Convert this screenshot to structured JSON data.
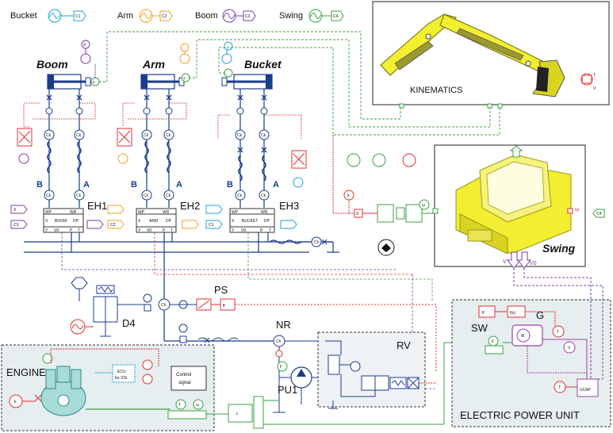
{
  "legend": [
    {
      "label": "Bucket",
      "code": "C1",
      "color": "#1fa0e0"
    },
    {
      "label": "Arm",
      "code": "C2",
      "color": "#f0a020"
    },
    {
      "label": "Boom",
      "code": "C3",
      "color": "#7a3ea0"
    },
    {
      "label": "Swing",
      "code": "C4",
      "color": "#3aa040"
    }
  ],
  "actuators": {
    "boom": "Boom",
    "arm": "Arm",
    "bucket": "Bucket",
    "swing": "Swing"
  },
  "valves": {
    "eh1": "EH1",
    "eh2": "EH2",
    "eh3": "EH3",
    "boom_body": "BOOM",
    "arm_body": "ARM",
    "bucket_body": "BUCKET"
  },
  "port_labels": {
    "a": "A",
    "b": "B",
    "ck": "Ck",
    "ch": "Ch",
    "x": "X",
    "y": "Y",
    "c": "C",
    "v0": "V0",
    "p": "P",
    "t": "T",
    "wp": "WP",
    "wr": "WR",
    "dp": "DP"
  },
  "blocks": {
    "kinematics": "KINEMATICS",
    "ps": "PS",
    "d4": "D4",
    "nr": "NR",
    "rv": "RV",
    "pu1": "PU1",
    "engine": "ENGINE",
    "control_signal_1": "Control",
    "control_signal_2": "signal",
    "ecu_1": "ECU",
    "ecu_2": "for ICE",
    "sw": "SW",
    "g": "G",
    "electric_unit": "ELECTRIC POWER UNIT",
    "ucap": "UCAP",
    "omega": "ω",
    "v": "V",
    "v0": "V0",
    "m": "M",
    "fx": "f(x)"
  },
  "colors": {
    "hydraulic": "#1a3c8c",
    "signal_red": "#e03030",
    "signal_green": "#3aa040",
    "signal_purple": "#7a3ea0",
    "signal_orange": "#f0a020",
    "signal_blue": "#1fa0e0",
    "mech_yellow": "#f2ee30",
    "panel_fill": "#e6eef0"
  }
}
